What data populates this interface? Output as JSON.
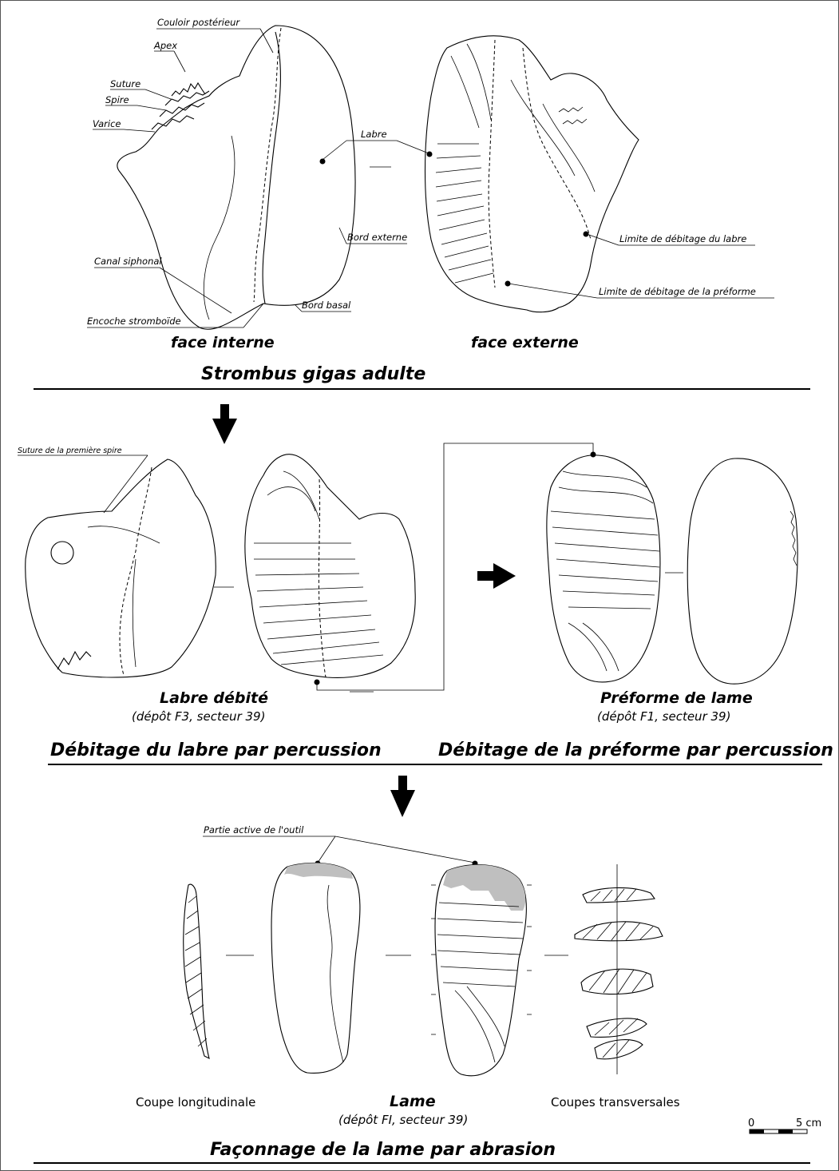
{
  "section1": {
    "labels": {
      "couloir": "Couloir postérieur",
      "apex": "Apex",
      "suture": "Suture",
      "spire": "Spire",
      "varice": "Varice",
      "labre": "Labre",
      "bord_externe": "Bord externe",
      "canal": "Canal siphonal",
      "encoche": "Encoche stromboïde",
      "bord_basal": "Bord basal",
      "limite_labre": "Limite de débitage du labre",
      "limite_preforme": "Limite de débitage de la préforme"
    },
    "face_interne": "face interne",
    "face_externe": "face externe",
    "title": "Strombus gigas adulte"
  },
  "section2": {
    "suture_premiere": "Suture de la première spire",
    "labre_debite": "Labre débité",
    "labre_depot": "(dépôt F3, secteur 39)",
    "preforme": "Préforme de lame",
    "preforme_depot": "(dépôt F1, secteur 39)",
    "title_left": "Débitage du labre par percussion",
    "title_right": "Débitage de la préforme par percussion"
  },
  "section3": {
    "partie_active": "Partie active de l'outil",
    "coupe_long": "Coupe longitudinale",
    "lame": "Lame",
    "lame_depot": "(dépôt FI, secteur 39)",
    "coupes_trans": "Coupes transversales",
    "title": "Façonnage de la lame par abrasion",
    "scale_zero": "0",
    "scale_five": "5 cm"
  }
}
